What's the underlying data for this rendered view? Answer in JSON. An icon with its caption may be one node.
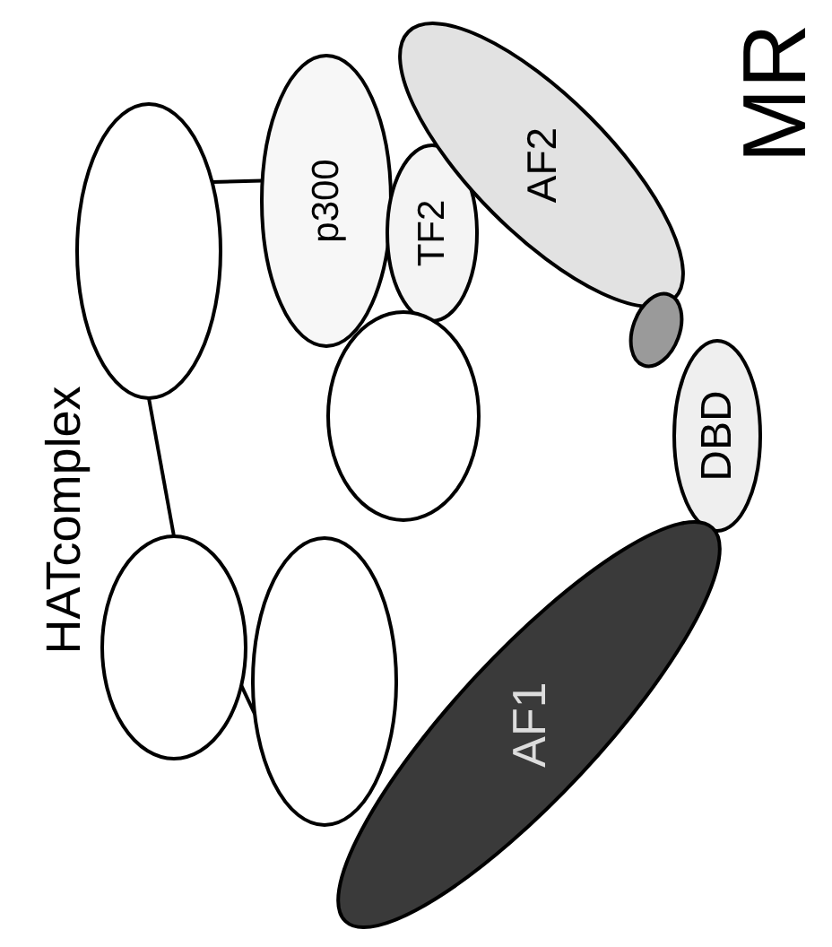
{
  "diagram": {
    "nodes": [
      {
        "text": [],
        "shape": "ellipse"
      },
      {
        "text": [
          "p300"
        ]
      },
      {
        "text": [
          "TF2"
        ]
      },
      {
        "text": [
          "AF2"
        ]
      },
      {
        "text": [],
        "shape": "ellipse"
      },
      {
        "text": [],
        "shape": "ellipse"
      },
      {
        "text": [
          "DBD"
        ]
      },
      {
        "text": [],
        "shape": "ellipse"
      },
      {
        "text": [],
        "shape": "ellipse"
      },
      {
        "text": [
          "AF1"
        ]
      }
    ],
    "edges": [
      {
        "from": 0,
        "to": 1,
        "arrow": "none"
      },
      {
        "from": 0,
        "to": 7,
        "arrow": "none"
      },
      {
        "from": 7,
        "to": 8,
        "arrow": "none"
      }
    ],
    "labels": [
      "HATcomplex",
      "MR"
    ]
  }
}
